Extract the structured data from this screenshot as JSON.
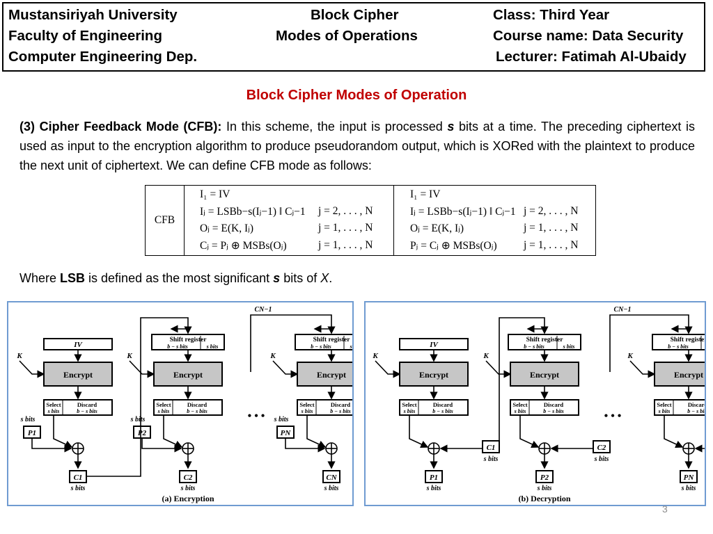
{
  "header": {
    "university": "Mustansiriyah University",
    "faculty": "Faculty of Engineering",
    "department": "Computer Engineering Dep.",
    "topic_line1": "Block Cipher",
    "topic_line2": "Modes of Operations",
    "class": "Class: Third Year",
    "course": "Course name: Data Security",
    "lecturer": "Lecturer: Fatimah Al-Ubaidy"
  },
  "section_title": "Block Cipher Modes of Operation",
  "paragraph": {
    "lead": "(3) Cipher Feedback Mode (CFB):",
    "text_a": " In this scheme, the input is processed ",
    "s": "s",
    "text_b": " bits at a time. The preceding ciphertext is used as input to the encryption algorithm to produce pseudorandom output, which is XORed with the plaintext to produce the next unit of ciphertext. We can define CFB mode as follows:"
  },
  "equations": {
    "label": "CFB",
    "left": [
      {
        "eq": "I₁ = IV",
        "range": ""
      },
      {
        "eq": "Iⱼ = LSBb−s(Iⱼ−1) ‖ Cⱼ−1",
        "range": "j = 2, . . . , N"
      },
      {
        "eq": "Oⱼ = E(K, Iⱼ)",
        "range": "j = 1, . . . , N"
      },
      {
        "eq": "Cⱼ = Pⱼ ⊕ MSBs(Oⱼ)",
        "range": "j = 1, . . . , N"
      }
    ],
    "right": [
      {
        "eq": "I₁ = IV",
        "range": ""
      },
      {
        "eq": "Iⱼ = LSBb−s(Iⱼ−1) ‖ Cⱼ−1",
        "range": "j = 2, . . . , N"
      },
      {
        "eq": "Oⱼ = E(K, Iⱼ)",
        "range": "j = 1, . . . , N"
      },
      {
        "eq": "Pⱼ = Cⱼ ⊕ MSBs(Oⱼ)",
        "range": "j = 1, . . . , N"
      }
    ]
  },
  "where_text": {
    "a": "Where ",
    "lsb": "LSB",
    "b": " is defined as the most significant ",
    "s": "s",
    "c": " bits of ",
    "x": "X",
    "d": "."
  },
  "diagram_labels": {
    "shift_register": "Shift register",
    "shift_sub": "b − s bits",
    "shift_sub2": "s bits",
    "iv": "IV",
    "k": "K",
    "encrypt": "Encrypt",
    "select": "Select",
    "select_sub": "s bits",
    "discard": "Discard",
    "discard_sub": "b − s bits",
    "s_bits": "s bits",
    "cn1": "CN−1",
    "dots": "• • •",
    "enc_caption": "(a) Encryption",
    "dec_caption": "(b) Decryption",
    "p_labels": [
      "P1",
      "P2",
      "PN"
    ],
    "c_labels": [
      "C1",
      "C2",
      "CN"
    ]
  },
  "page_number": "3"
}
